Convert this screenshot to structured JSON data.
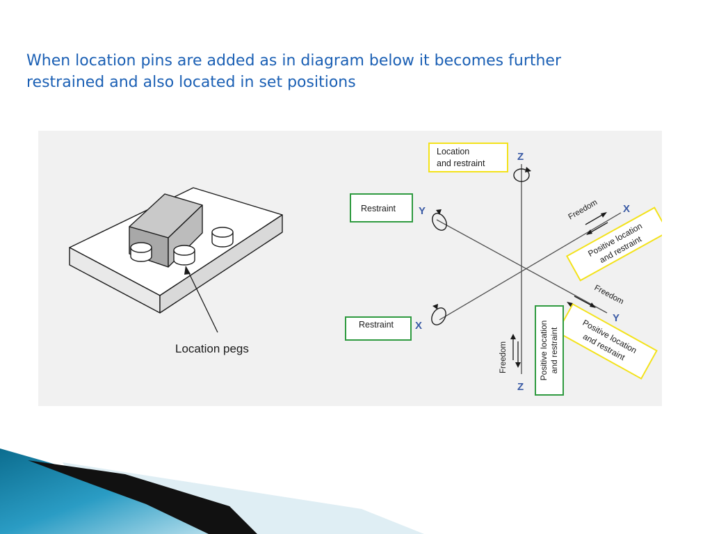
{
  "slide": {
    "line1": "When location pins are added as in diagram below it becomes further",
    "line2": "restrained and also located in set positions"
  },
  "diagram": {
    "left_figure": {
      "callout": "Location pegs"
    },
    "axes": {
      "z_top": "Z",
      "z_bottom": "Z",
      "x_right": "X",
      "x_left": "X",
      "y_left": "Y",
      "y_right": "Y"
    },
    "boxes": {
      "top_yellow_line1": "Location",
      "top_yellow_line2": "and restraint",
      "restraint_upper": "Restraint",
      "restraint_lower": "Restraint",
      "right_yellow_line1": "Positive location",
      "right_yellow_line2": "and restraint",
      "lower_yellow_line1": "Positive location",
      "lower_yellow_line2": "and restraint",
      "vertical_green_line1": "Positive location",
      "vertical_green_line2": "and restraint"
    },
    "freedom_labels": {
      "x_axis": "Freedom",
      "y_axis": "Freedom",
      "z_axis": "Freedom"
    },
    "colors": {
      "yellow_box": "#f3e21a",
      "green_box": "#2e9a3f",
      "axis_letter": "#3b5ba5",
      "title_text": "#1a5fb4"
    }
  }
}
